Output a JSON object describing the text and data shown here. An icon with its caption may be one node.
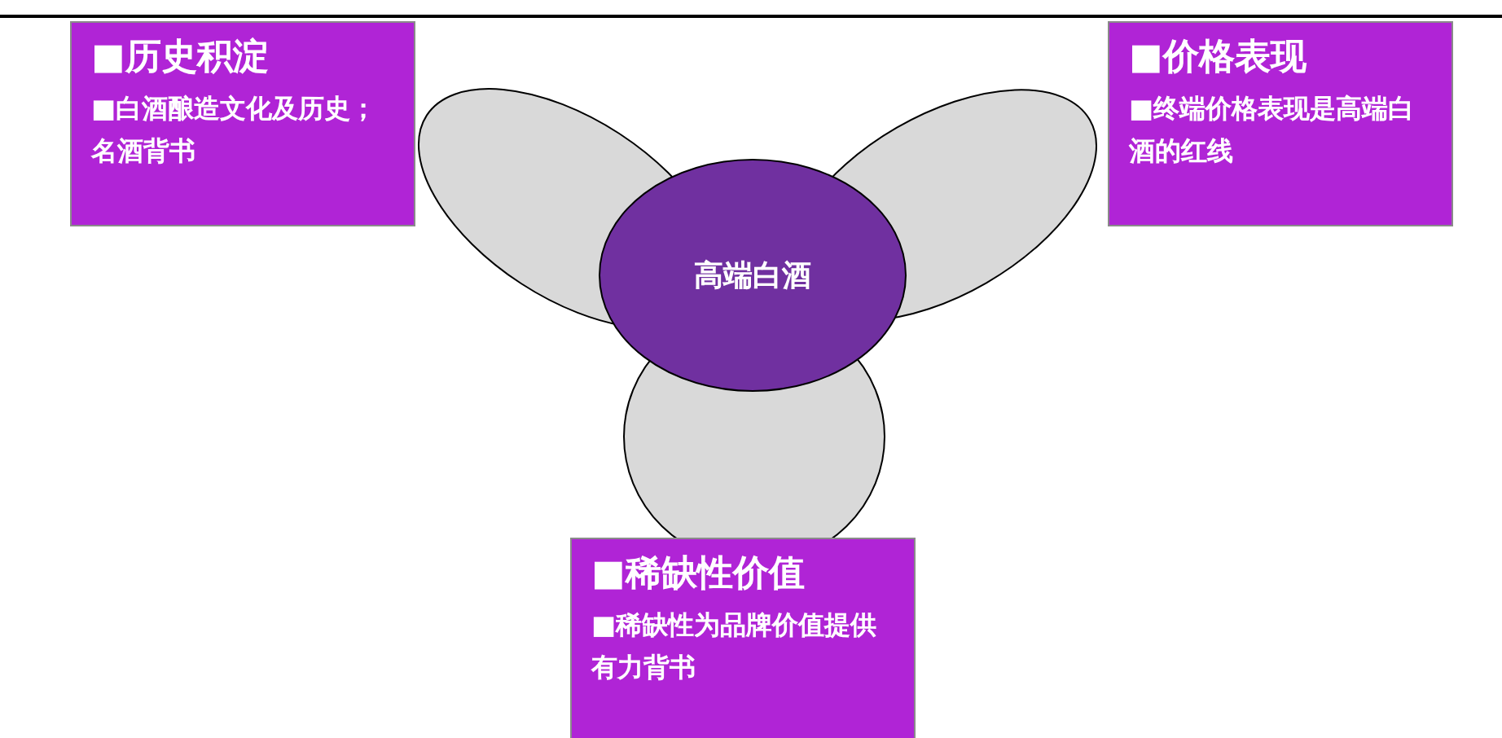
{
  "diagram": {
    "nodes": [
      {
        "text": [
          "■历史积淀",
          "■白酒酿造文化及历史；名酒背书"
        ]
      },
      {
        "text": [
          "■价格表现",
          "■终端价格表现是高端白酒的红线"
        ]
      },
      {
        "text": [
          "高端白酒"
        ]
      },
      {
        "text": [
          "■稀缺性价值",
          "■稀缺性为品牌价值提供有力背书"
        ]
      }
    ]
  }
}
